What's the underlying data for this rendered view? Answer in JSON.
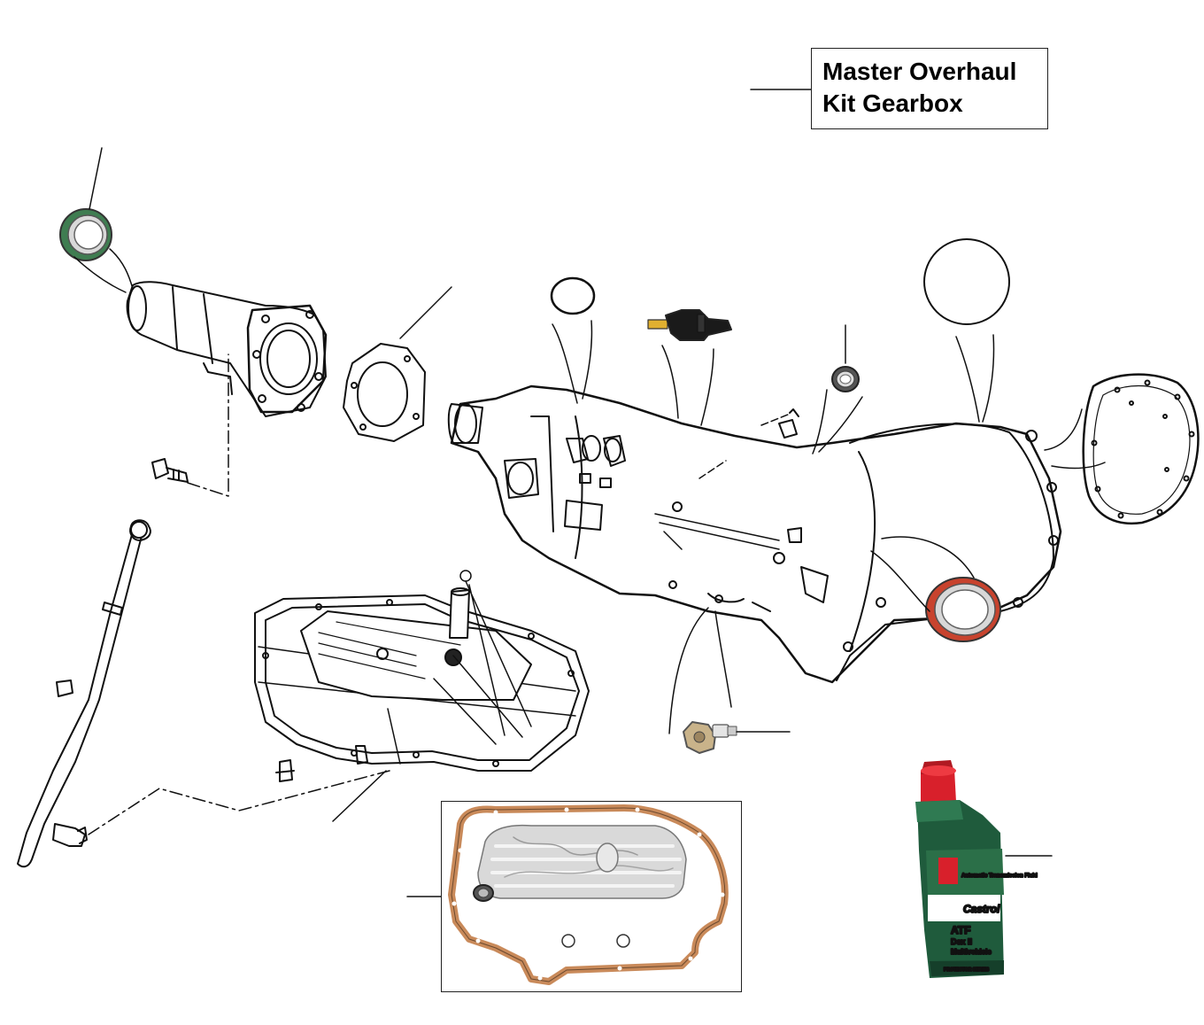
{
  "title": {
    "line1": "Master Overhaul",
    "line2": "Kit Gearbox"
  },
  "bottle": {
    "brand": "Castrol",
    "product": "ATF",
    "grade": "Dex II",
    "sub": "Multivehicle",
    "desc": "Automatic Transmission Fluid",
    "series": "PROTECTOR SERIES"
  },
  "colors": {
    "line": "#111111",
    "seal_green": "#4f8d5c",
    "seal_red": "#c8432e",
    "gasket": "#c98a5a",
    "bottle_green": "#1f5b3c",
    "cap_red": "#d8202b"
  }
}
